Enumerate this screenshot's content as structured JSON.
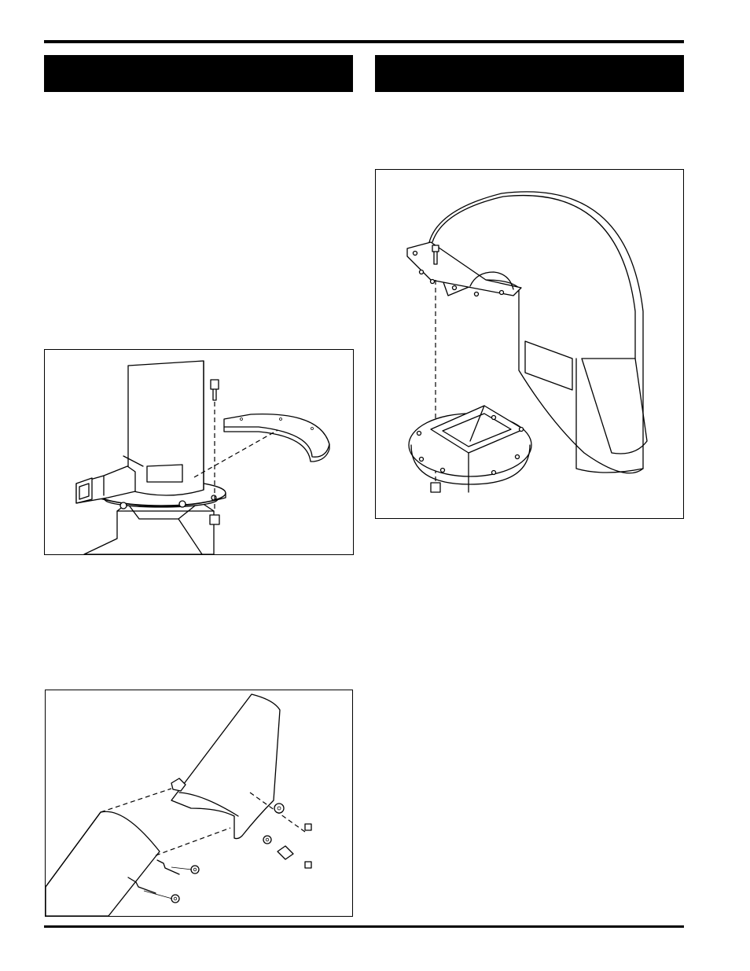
{
  "page": {
    "heading_left": "",
    "heading_right": ""
  },
  "figures": [
    {
      "name": "discharge-tube-flange-assembly"
    },
    {
      "name": "discharge-hood-mounting"
    },
    {
      "name": "deflector-attachment"
    }
  ]
}
